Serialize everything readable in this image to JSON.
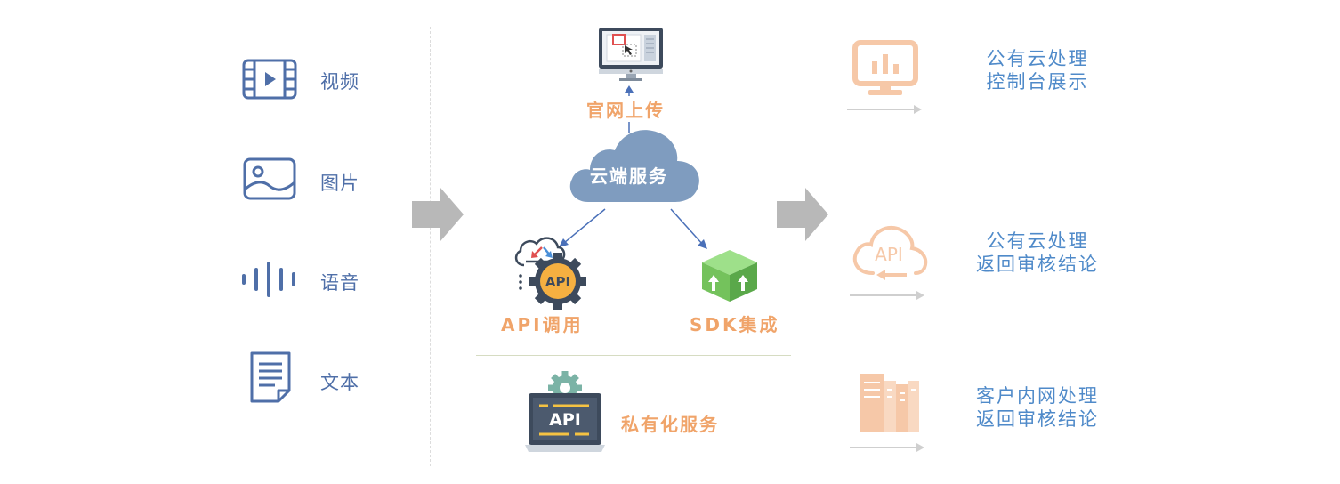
{
  "inputs": {
    "video": "视频",
    "image": "图片",
    "audio": "语音",
    "text": "文本"
  },
  "center": {
    "upload": "官网上传",
    "cloud": "云端服务",
    "api_call": "API调用",
    "sdk": "SDK集成",
    "private": "私有化服务",
    "api_badge": "API"
  },
  "outputs": {
    "console": [
      "公有云处理",
      "控制台展示"
    ],
    "public_api": [
      "公有云处理",
      "返回审核结论"
    ],
    "private_net": [
      "客户内网处理",
      "返回审核结论"
    ],
    "api_icon_text": "API"
  },
  "colors": {
    "input_blue": "#4f6fa8",
    "orange": "#f0a46a",
    "cloud": "#7f9cbf",
    "output_blue": "#4f8ac9",
    "output_icon": "#f6c8a8",
    "arrow_gray": "#b8b8b8"
  }
}
